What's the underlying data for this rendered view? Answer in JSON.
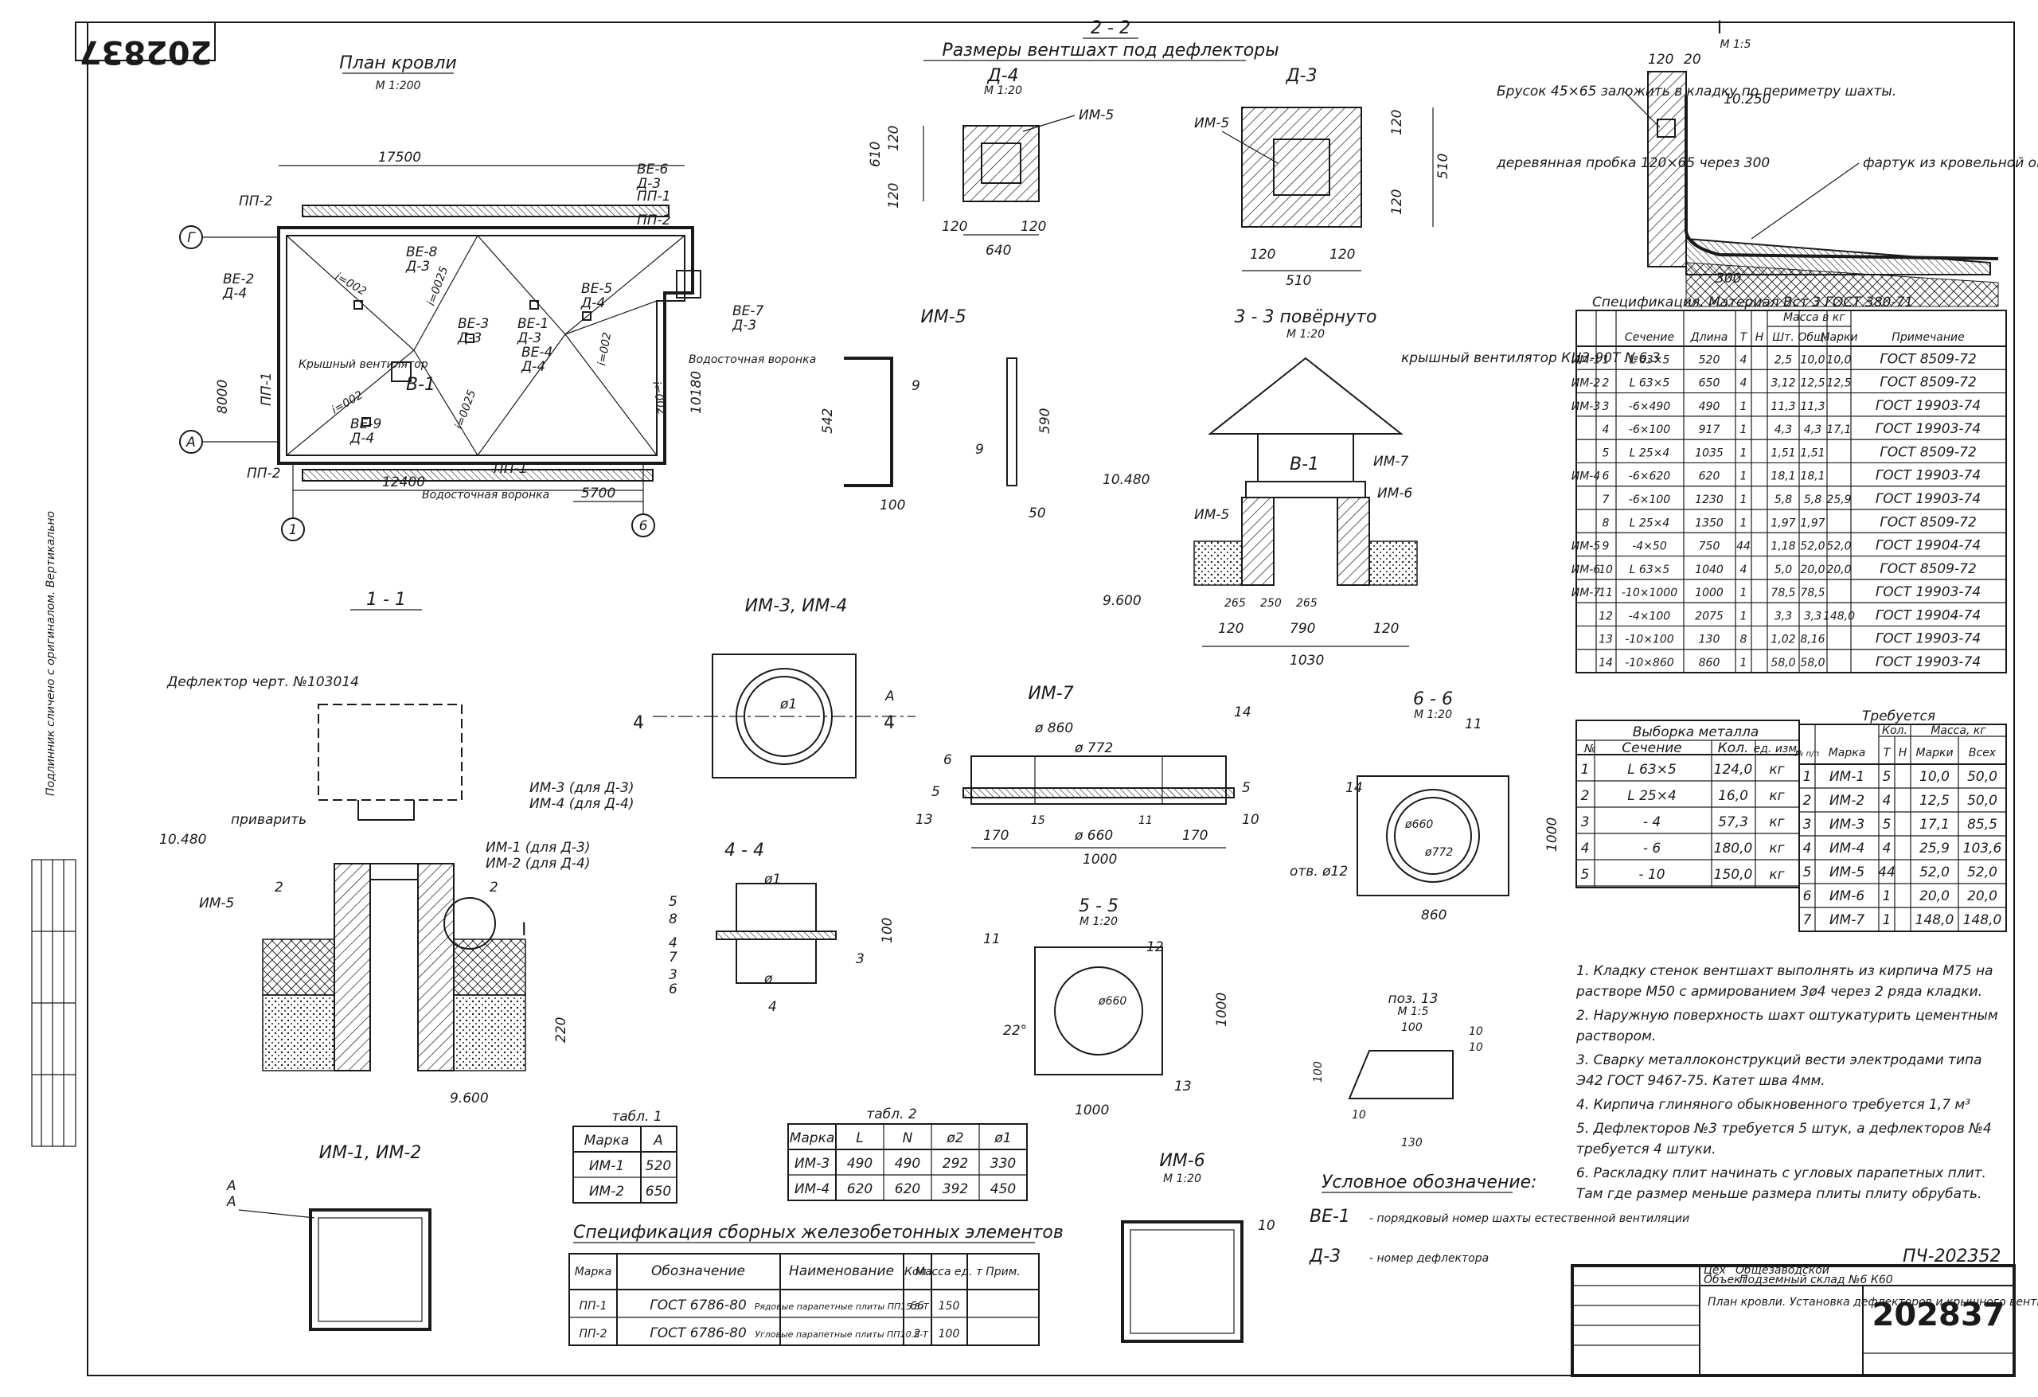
{
  "drawing_number": "202837",
  "stamp_number": "ПЧ-202352",
  "views": {
    "roof_plan": {
      "title": "План кровли",
      "scale": "М 1:200",
      "dims": [
        "17500",
        "12400",
        "5700",
        "10180",
        "8000"
      ],
      "labels": [
        "ПП-2",
        "ПП-1",
        "ПП-2",
        "ВЕ-6",
        "Д-3",
        "ВЕ-2",
        "Д-4",
        "ВЕ-8",
        "Д-3",
        "ВЕ-3",
        "Д-3",
        "ВЕ-1",
        "Д-3",
        "ВЕ-4",
        "Д-4",
        "ВЕ-5",
        "Д-4",
        "ВЕ-7",
        "Д-3",
        "ВЕ-9",
        "Д-4",
        "Крышный вентилятор",
        "В-1",
        "Водосточная воронка",
        "Водосточная воронка",
        "ПП-1",
        "ПП-2",
        "ПП-1",
        "i=002",
        "i=0025",
        "i=002",
        "i=0025",
        "i=002",
        "i=002"
      ],
      "axes": [
        "Г",
        "А",
        "1",
        "6"
      ]
    },
    "section_22": {
      "title": "2 - 2",
      "subtitle": "Размеры вентшахт под дефлекторы"
    },
    "d4": {
      "title": "Д-4",
      "scale": "М 1:20",
      "dims": [
        "120",
        "610",
        "120",
        "640",
        "120"
      ],
      "label": "ИМ-5"
    },
    "d3": {
      "title": "Д-3",
      "dims": [
        "120",
        "120",
        "510",
        "120",
        "510",
        "120"
      ],
      "label": "ИМ-5"
    },
    "node_I": {
      "title": "I",
      "scale": "М 1:5",
      "notes": [
        "Брусок 45×65 заложить в кладку по периметру шахты.",
        "деревянная пробка 120×65 через 300",
        "фартук из кровельной оцинкованной стали"
      ],
      "dims": [
        "120",
        "20",
        "10.250",
        "300"
      ]
    },
    "im5": {
      "title": "ИМ-5",
      "dims": [
        "542",
        "100",
        "590",
        "50"
      ],
      "labels": [
        "9",
        "9"
      ]
    },
    "section_33": {
      "title": "3 - 3 повёрнуто",
      "scale": "М 1:20",
      "labels": [
        "крышный вентилятор КЦ3-90Т №6.3",
        "В-1",
        "ИМ-7",
        "ИМ-6",
        "ИМ-5"
      ],
      "dims": [
        "10.480",
        "9.600",
        "265",
        "250",
        "265",
        "120",
        "790",
        "120",
        "1030"
      ]
    },
    "section_11": {
      "title": "1 - 1",
      "labels": [
        "Дефлектор черт. №103014",
        "приварить",
        "ИМ-3 (для Д-3)",
        "ИМ-4 (для Д-4)",
        "ИМ-1 (для Д-3)",
        "ИМ-2 (для Д-4)",
        "ИМ-5",
        "2",
        "2",
        "I"
      ],
      "dims": [
        "10.480",
        "220",
        "9.600"
      ]
    },
    "im34": {
      "title": "ИМ-3, ИМ-4",
      "labels": [
        "4",
        "4",
        "ø1",
        "A"
      ]
    },
    "im7": {
      "title": "ИМ-7",
      "labels": [
        "ø 860",
        "ø 772",
        "14",
        "6",
        "5",
        "13",
        "15",
        "11",
        "5",
        "10"
      ],
      "dims": [
        "170",
        "ø 660",
        "170",
        "1000"
      ]
    },
    "s66": {
      "title": "6 - 6",
      "scale": "М 1:20",
      "labels": [
        "11",
        "14",
        "ø660",
        "ø772",
        "отв. ø12"
      ],
      "dims": [
        "1000",
        "860"
      ]
    },
    "s44": {
      "title": "4 - 4",
      "labels": [
        "ø1",
        "5",
        "8",
        "4",
        "7",
        "3",
        "6",
        "ø",
        "4",
        "3"
      ],
      "dims": [
        "100"
      ]
    },
    "s55": {
      "title": "5 - 5",
      "scale": "М 1:20",
      "labels": [
        "11",
        "12",
        "ø660",
        "22°",
        "13"
      ],
      "dims": [
        "1000",
        "1000"
      ]
    },
    "pos13": {
      "title": "поз. 13",
      "scale": "М 1:5",
      "dims": [
        "100",
        "10",
        "10",
        "100",
        "10",
        "130"
      ]
    },
    "im12": {
      "title": "ИМ-1, ИМ-2",
      "labels": [
        "A",
        "A"
      ]
    },
    "im6": {
      "title": "ИМ-6",
      "scale": "М 1:20",
      "labels": [
        "10"
      ]
    }
  },
  "table1": {
    "title": "табл. 1",
    "headers": [
      "Марка",
      "A"
    ],
    "rows": [
      [
        "ИМ-1",
        "520"
      ],
      [
        "ИМ-2",
        "650"
      ]
    ]
  },
  "table2": {
    "title": "табл. 2",
    "headers": [
      "Марка",
      "L",
      "N",
      "ø2",
      "ø1"
    ],
    "rows": [
      [
        "ИМ-3",
        "490",
        "490",
        "292",
        "330"
      ],
      [
        "ИМ-4",
        "620",
        "620",
        "392",
        "450"
      ]
    ]
  },
  "spec_rc": {
    "title": "Спецификация сборных железобетонных элементов",
    "headers": [
      "Марка",
      "Обозначение",
      "Наименование",
      "Кол.",
      "Масса ед. т",
      "Прим."
    ],
    "rows": [
      [
        "ПП-1",
        "ГОСТ 6786-80",
        "Рядовые парапетные плиты ПП15.5-Т",
        "66",
        "150",
        ""
      ],
      [
        "ПП-2",
        "ГОСТ 6786-80",
        "Угловые парапетные плиты ПП10.5-Т",
        "2",
        "100",
        ""
      ]
    ]
  },
  "spec_material": {
    "title": "Спецификация. Материал Вст 3 ГОСТ 380-71",
    "headers": [
      "",
      "",
      "Сечение",
      "Длина",
      "Т",
      "Н",
      "Шт.",
      "Общ.",
      "Марки",
      "Примечание"
    ],
    "mass_header": "Масса в кг",
    "rows": [
      [
        "ИМ-1",
        "1",
        "L 63×5",
        "520",
        "4",
        "",
        "2,5",
        "10,0",
        "10,0",
        "ГОСТ 8509-72"
      ],
      [
        "ИМ-2",
        "2",
        "L 63×5",
        "650",
        "4",
        "",
        "3,12",
        "12,5",
        "12,5",
        "ГОСТ 8509-72"
      ],
      [
        "ИМ-3",
        "3",
        "-6×490",
        "490",
        "1",
        "",
        "11,3",
        "11,3",
        "",
        "ГОСТ 19903-74"
      ],
      [
        "",
        "4",
        "-6×100",
        "917",
        "1",
        "",
        "4,3",
        "4,3",
        "17,1",
        "ГОСТ 19903-74"
      ],
      [
        "",
        "5",
        "L 25×4",
        "1035",
        "1",
        "",
        "1,51",
        "1,51",
        "",
        "ГОСТ 8509-72"
      ],
      [
        "ИМ-4",
        "6",
        "-6×620",
        "620",
        "1",
        "",
        "18,1",
        "18,1",
        "",
        "ГОСТ 19903-74"
      ],
      [
        "",
        "7",
        "-6×100",
        "1230",
        "1",
        "",
        "5,8",
        "5,8",
        "25,9",
        "ГОСТ 19903-74"
      ],
      [
        "",
        "8",
        "L 25×4",
        "1350",
        "1",
        "",
        "1,97",
        "1,97",
        "",
        "ГОСТ 8509-72"
      ],
      [
        "ИМ-5",
        "9",
        "-4×50",
        "750",
        "44",
        "",
        "1,18",
        "52,0",
        "52,0",
        "ГОСТ 19904-74"
      ],
      [
        "ИМ-6",
        "10",
        "L 63×5",
        "1040",
        "4",
        "",
        "5,0",
        "20,0",
        "20,0",
        "ГОСТ 8509-72"
      ],
      [
        "ИМ-7",
        "11",
        "-10×1000",
        "1000",
        "1",
        "",
        "78,5",
        "78,5",
        "",
        "ГОСТ 19903-74"
      ],
      [
        "",
        "12",
        "-4×100",
        "2075",
        "1",
        "",
        "3,3",
        "3,3",
        "148,0",
        "ГОСТ 19904-74"
      ],
      [
        "",
        "13",
        "-10×100",
        "130",
        "8",
        "",
        "1,02",
        "8,16",
        "",
        "ГОСТ 19903-74"
      ],
      [
        "",
        "14",
        "-10×860",
        "860",
        "1",
        "",
        "58,0",
        "58,0",
        "",
        "ГОСТ 19903-74"
      ]
    ]
  },
  "metal_sample": {
    "title": "Выборка металла",
    "headers": [
      "№",
      "Сечение",
      "Кол.",
      "ед. изм."
    ],
    "rows": [
      [
        "1",
        "L 63×5",
        "124,0",
        "кг"
      ],
      [
        "2",
        "L 25×4",
        "16,0",
        "кг"
      ],
      [
        "3",
        "- 4",
        "57,3",
        "кг"
      ],
      [
        "4",
        "- 6",
        "180,0",
        "кг"
      ],
      [
        "5",
        "- 10",
        "150,0",
        "кг"
      ]
    ]
  },
  "required": {
    "title": "Требуется",
    "headers": [
      "№ п/п",
      "Марка",
      "Т",
      "Н",
      "Марки",
      "Всех"
    ],
    "sub_headers": [
      "Кол.",
      "Масса, кг"
    ],
    "rows": [
      [
        "1",
        "ИМ-1",
        "5",
        "",
        "10,0",
        "50,0"
      ],
      [
        "2",
        "ИМ-2",
        "4",
        "",
        "12,5",
        "50,0"
      ],
      [
        "3",
        "ИМ-3",
        "5",
        "",
        "17,1",
        "85,5"
      ],
      [
        "4",
        "ИМ-4",
        "4",
        "",
        "25,9",
        "103,6"
      ],
      [
        "5",
        "ИМ-5",
        "44",
        "",
        "52,0",
        "52,0"
      ],
      [
        "6",
        "ИМ-6",
        "1",
        "",
        "20,0",
        "20,0"
      ],
      [
        "7",
        "ИМ-7",
        "1",
        "",
        "148,0",
        "148,0"
      ]
    ]
  },
  "notes": [
    "1. Кладку стенок вентшахт выполнять из кирпича М75 на растворе М50 с армированием 3ø4 через 2 ряда кладки.",
    "2. Наружную поверхность шахт оштукатурить цементным раствором.",
    "3. Сварку металлоконструкций вести электродами типа Э42 ГОСТ 9467-75. Катет шва 4мм.",
    "4. Кирпича глиняного обыкновенного требуется 1,7 м³",
    "5. Дефлекторов №3 требуется 5 штук, а дефлекторов №4 требуется 4 штуки.",
    "6. Раскладку плит начинать с угловых парапетных плит. Там где размер меньше размера плиты плиту обрубать."
  ],
  "legend": {
    "title": "Условное обозначение:",
    "items": [
      {
        "code": "ВЕ-1",
        "text": "- порядковый номер шахты естественной вентиляции"
      },
      {
        "code": "Д-3",
        "text": "- номер дефлектора"
      }
    ]
  },
  "title_block": {
    "object_label": "Цех",
    "object_value": "Общезаводской",
    "object_label2": "Объект",
    "object_value2": "Подземный склад №6 К60",
    "sheet_title": "План кровли. Установка дефлекторов и крышного вентилятора",
    "number": "202837"
  },
  "side_stamp": {
    "text": "Подлинник сличено с оригиналом. Вертикально"
  }
}
